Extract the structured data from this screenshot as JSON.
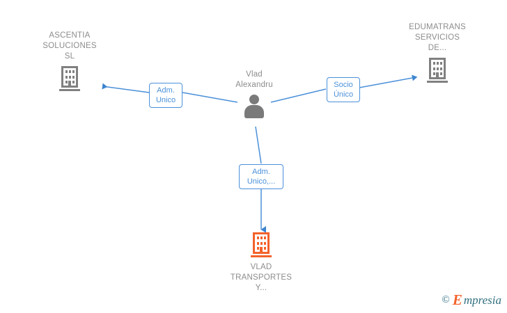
{
  "diagram": {
    "title": "Vlad Alexandru relationship network",
    "colors": {
      "edge": "#4a90d9",
      "label_text": "#4a90d9",
      "node_text": "#8c8c8c",
      "company_gray": "#808080",
      "company_focal_orange": "#f4622b",
      "person_gray": "#7a7a7a",
      "background": "#ffffff"
    },
    "nodes": [
      {
        "id": "ascentia",
        "label": "ASCENTIA\nSOLUCIONES\nSL",
        "icon": "building-icon",
        "type": "company",
        "color": "#808080",
        "label_position": "above"
      },
      {
        "id": "edumatrans",
        "label": "EDUMATRANS\nSERVICIOS\nDE...",
        "icon": "building-icon",
        "type": "company",
        "color": "#808080",
        "label_position": "above"
      },
      {
        "id": "vlad-alexandru",
        "label": "Vlad\nAlexandru",
        "icon": "person-icon",
        "type": "person",
        "color": "#7a7a7a",
        "label_position": "above"
      },
      {
        "id": "vlad-transportes",
        "label": "VLAD\nTRANSPORTES\nY...",
        "icon": "building-icon",
        "type": "company-focal",
        "color": "#f4622b",
        "label_position": "below"
      }
    ],
    "edges": [
      {
        "id": "edge-ascentia",
        "from": "vlad-alexandru",
        "to": "ascentia",
        "label": "Adm.\nUnico",
        "direction": "to-target"
      },
      {
        "id": "edge-edumatrans",
        "from": "vlad-alexandru",
        "to": "edumatrans",
        "label": "Socio\nÚnico",
        "direction": "to-target"
      },
      {
        "id": "edge-vlad-transportes",
        "from": "vlad-alexandru",
        "to": "vlad-transportes",
        "label": "Adm.\nUnico,...",
        "direction": "to-target"
      }
    ]
  },
  "watermark": {
    "copyright": "©",
    "brand_initial": "E",
    "brand_rest": "mpresia"
  }
}
